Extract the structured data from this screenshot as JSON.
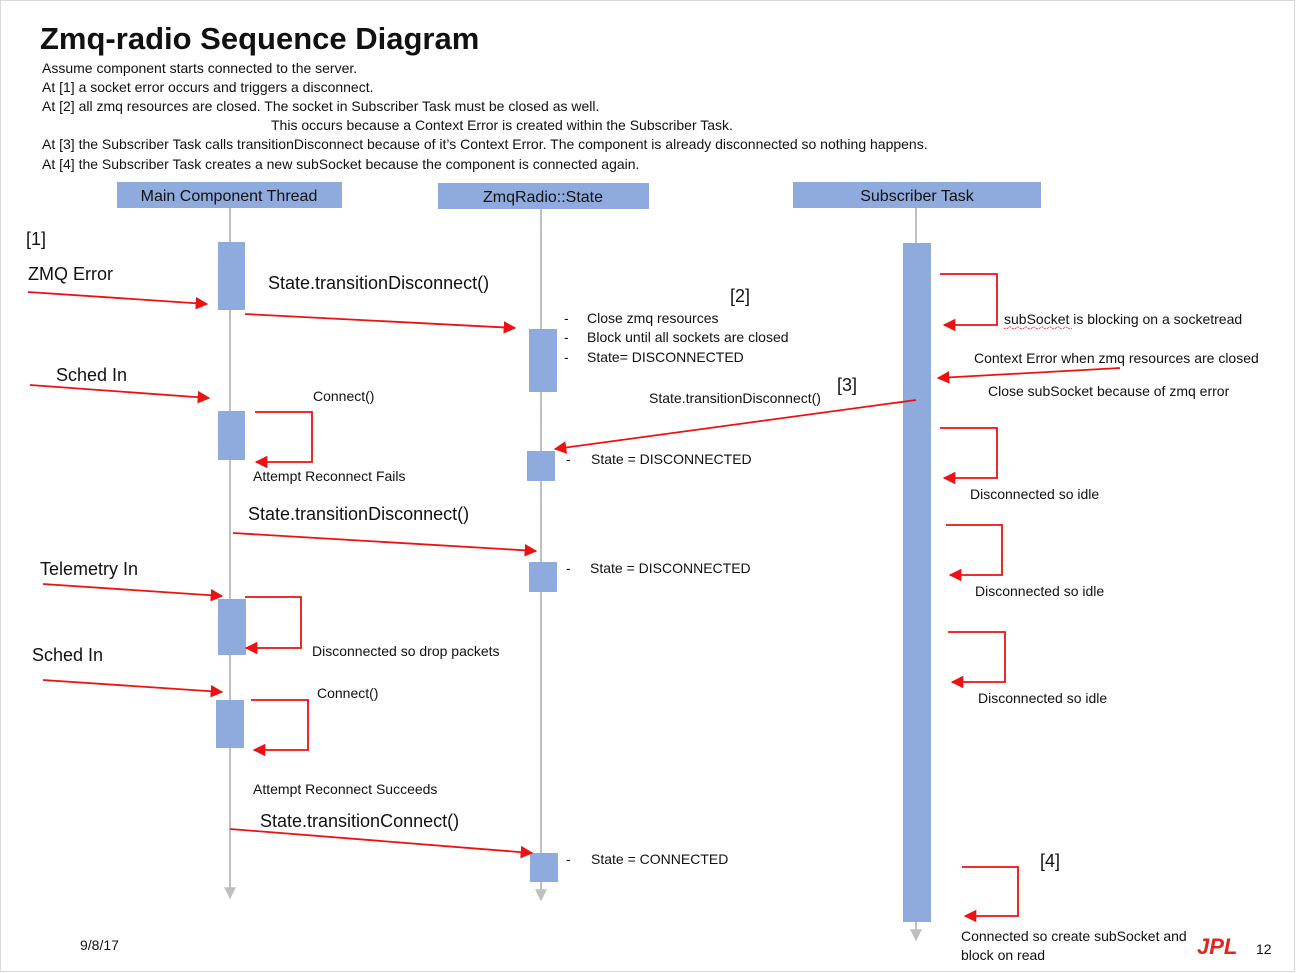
{
  "title": "Zmq-radio Sequence Diagram",
  "intro": [
    "Assume component starts connected to the server.",
    "At [1] a socket error occurs and triggers a disconnect.",
    "At [2] all zmq resources are closed. The socket in Subscriber Task must be closed as well.",
    "This occurs because a Context Error is created within the Subscriber Task.",
    "At [3] the Subscriber Task calls transitionDisconnect because of it’s Context Error. The component is already disconnected so nothing happens.",
    "At [4] the Subscriber Task creates a new subSocket because the component is connected again."
  ],
  "lifelines": {
    "main": "Main Component Thread",
    "state": "ZmqRadio::State",
    "subscriber": "Subscriber Task"
  },
  "markers": {
    "m1": "[1]",
    "m2": "[2]",
    "m3": "[3]",
    "m4": "[4]"
  },
  "main_events": {
    "zmq_error": "ZMQ Error",
    "sched_in_1": "Sched In",
    "telemetry_in": "Telemetry In",
    "sched_in_2": "Sched In"
  },
  "messages": {
    "transition_disconnect_1": "State.transitionDisconnect()",
    "connect_1": "Connect()",
    "reconnect_fails": "Attempt Reconnect Fails",
    "transition_disconnect_2": "State.transitionDisconnect()",
    "drop_packets": "Disconnected so drop packets",
    "connect_2": "Connect()",
    "reconnect_succeeds": "Attempt Reconnect Succeeds",
    "transition_connect": "State.transitionConnect()",
    "sub_transition_disconnect": "State.transitionDisconnect()"
  },
  "state_notes": {
    "close_resources": "Close zmq resources",
    "block_until": "Block until all sockets are closed",
    "state_disc_1": "State= DISCONNECTED",
    "state_disc_2": "State = DISCONNECTED",
    "state_disc_3": "State = DISCONNECTED",
    "state_conn": "State = CONNECTED",
    "dash": "-"
  },
  "subscriber_notes": {
    "blocking": "subSocket is blocking on a socketread",
    "context_error": "Context Error when zmq resources are closed",
    "close_subsocket": "Close subSocket because of zmq error",
    "idle_1": "Disconnected so idle",
    "idle_2": "Disconnected so idle",
    "idle_3": "Disconnected so idle",
    "connected_line1": "Connected so create subSocket and",
    "connected_line2": "block on read"
  },
  "footer": {
    "date": "9/8/17",
    "logo": "JPL",
    "page": "12"
  },
  "colors": {
    "arrow": "#ee1111",
    "activation": "#8faadc",
    "lifeline": "#bfbfbf"
  }
}
